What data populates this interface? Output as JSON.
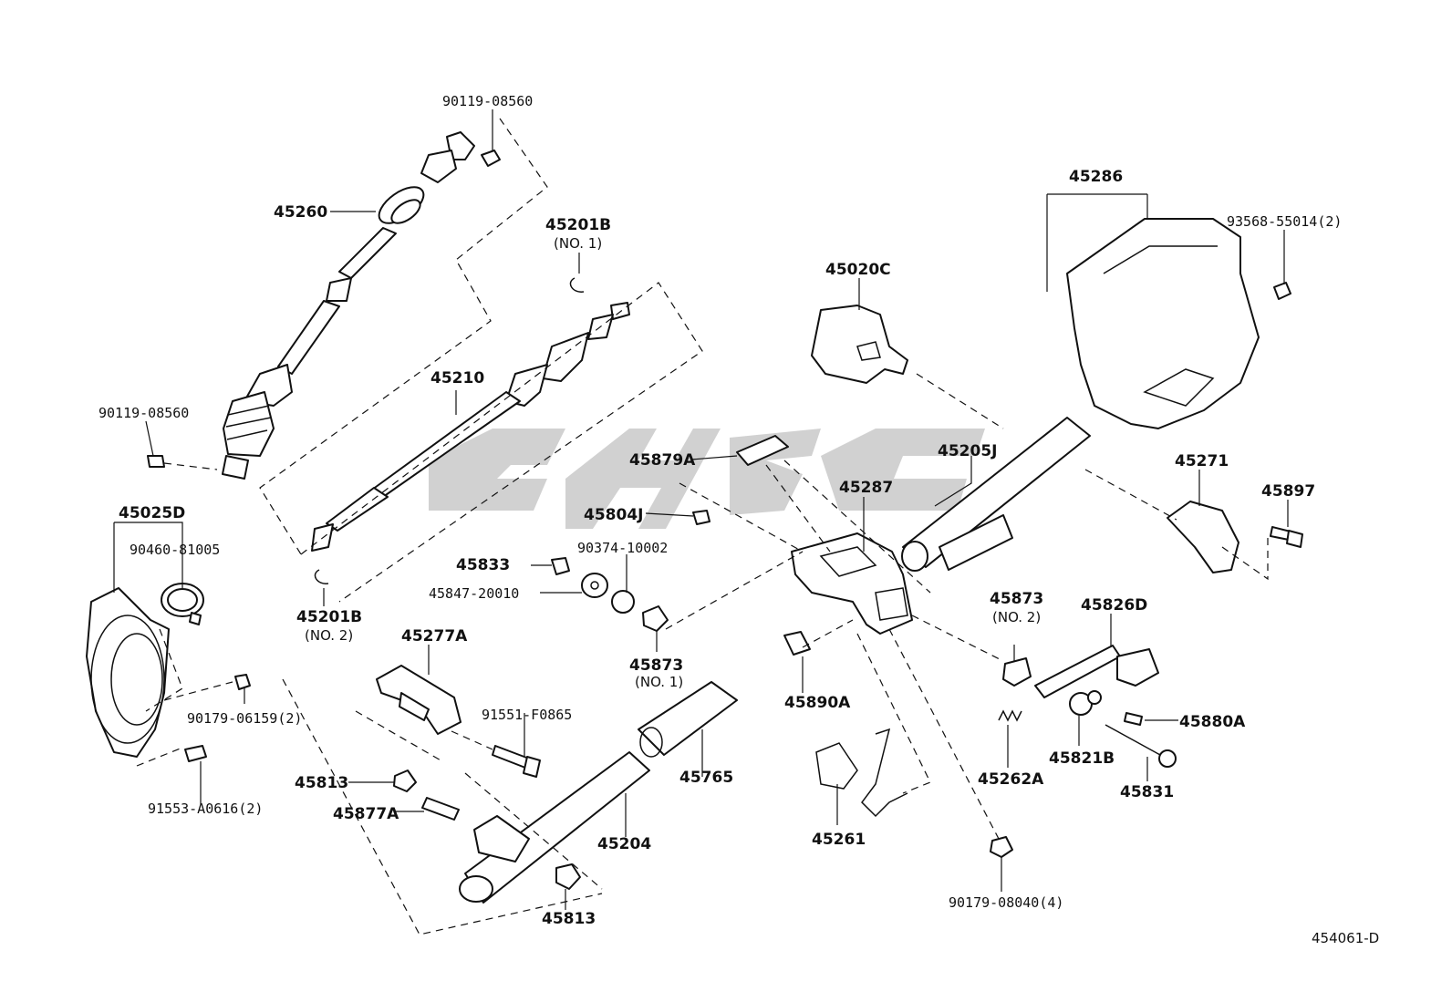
{
  "labels": {
    "p90119_top": "90119-08560",
    "p45260": "45260",
    "p45201B_1": "45201B",
    "p45201B_1_sub": "(NO. 1)",
    "p45210": "45210",
    "p90119_left": "90119-08560",
    "p45025D": "45025D",
    "p90460": "90460-81005",
    "p45201B_2": "45201B",
    "p45201B_2_sub": "(NO. 2)",
    "p90179_06159": "90179-06159(2)",
    "p91553": "91553-A0616(2)",
    "p45277A": "45277A",
    "p91551": "91551-F0865",
    "p45813_a": "45813",
    "p45877A": "45877A",
    "p45813_b": "45813",
    "p45204": "45204",
    "p45765": "45765",
    "p45879A": "45879A",
    "p45804J": "45804J",
    "p45833": "45833",
    "p90374": "90374-10002",
    "p45847": "45847-20010",
    "p45873_1": "45873",
    "p45873_1_sub": "(NO. 1)",
    "p45020C": "45020C",
    "p45287": "45287",
    "p45205J": "45205J",
    "p45890A": "45890A",
    "p45261": "45261",
    "p90179_08040": "90179-08040(4)",
    "p45286": "45286",
    "p93568": "93568-55014(2)",
    "p45271": "45271",
    "p45897": "45897",
    "p45873_2": "45873",
    "p45873_2_sub": "(NO. 2)",
    "p45826D": "45826D",
    "p45880A": "45880A",
    "p45262A": "45262A",
    "p45821B": "45821B",
    "p45831": "45831",
    "diagram_code": "454061-D"
  },
  "icons": [
    "part-outline-drawing",
    "watermark-logo"
  ]
}
